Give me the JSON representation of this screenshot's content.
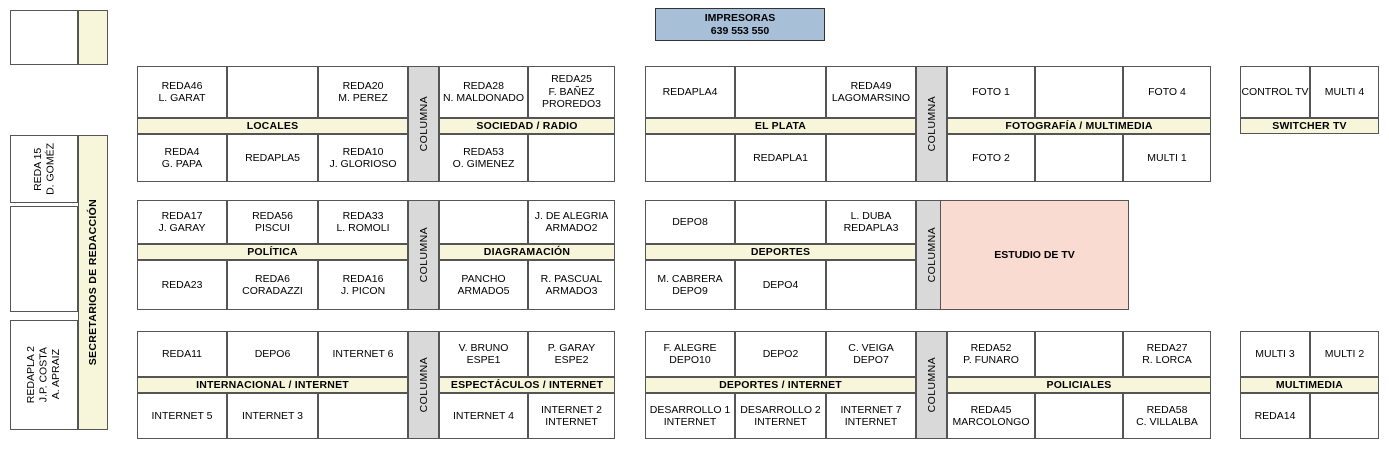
{
  "printers": {
    "title": "IMPRESORAS",
    "codes": "639  553  550"
  },
  "colors": {
    "band": "#f7f6da",
    "columna": "#d9d9d9",
    "printers": "#a8bfd8",
    "studio": "#fadbd2",
    "border": "#555555"
  },
  "columna_label": "COLUMNA",
  "sidebar": {
    "vertical_label": "SECRETARIOS DE REDACCIÓN",
    "top_box": "",
    "cells": [
      "REDA 15\nD. GOMÉZ",
      "",
      "REDAPLA 2\nJ.P. COSTA\nA. APRAIZ"
    ]
  },
  "groups": {
    "locales": {
      "band": "LOCALES",
      "top": [
        "REDA46\nL. GARAT",
        "",
        "REDA20\nM. PEREZ"
      ],
      "bottom": [
        "REDA4\nG. PAPA",
        "REDAPLA5",
        "REDA10\nJ. GLORIOSO"
      ]
    },
    "sociedad_radio": {
      "band": "SOCIEDAD / RADIO",
      "top": [
        "REDA28\nN. MALDONADO",
        "REDA25\nF. BAÑEZ\nPROREDO3"
      ],
      "bottom": [
        "REDA53\nO. GIMENEZ",
        ""
      ]
    },
    "el_plata": {
      "band": "EL PLATA",
      "top": [
        "REDAPLA4",
        "",
        "REDA49\nLAGOMARSINO"
      ],
      "bottom": [
        "",
        "REDAPLA1",
        ""
      ]
    },
    "fotografia": {
      "band": "FOTOGRAFÍA / MULTIMEDIA",
      "top": [
        "FOTO 1",
        "",
        "FOTO 4"
      ],
      "bottom": [
        "FOTO 2",
        "",
        "MULTI 1"
      ]
    },
    "switcher": {
      "band": "SWITCHER TV",
      "top": [
        "CONTROL TV",
        "MULTI 4"
      ]
    },
    "politica": {
      "band": "POLÍTICA",
      "top": [
        "REDA17\nJ. GARAY",
        "REDA56\nPISCUI",
        "REDA33\nL. ROMOLI"
      ],
      "bottom": [
        "REDA23",
        "REDA6\nCORADAZZI",
        "REDA16\nJ. PICON"
      ]
    },
    "diagramacion": {
      "band": "DIAGRAMACIÓN",
      "top": [
        "",
        "J. DE ALEGRIA\nARMADO2"
      ],
      "bottom": [
        "PANCHO\nARMADO5",
        "R. PASCUAL\nARMADO3"
      ]
    },
    "deportes": {
      "band": "DEPORTES",
      "top": [
        "DEPO8",
        "",
        "L. DUBA\nREDAPLA3"
      ],
      "bottom": [
        "M. CABRERA\nDEPO9",
        "DEPO4",
        ""
      ]
    },
    "estudio_tv": {
      "label": "ESTUDIO DE TV"
    },
    "internacional": {
      "band": "INTERNACIONAL / INTERNET",
      "top": [
        "REDA11",
        "DEPO6",
        "INTERNET 6"
      ],
      "bottom": [
        "INTERNET 5",
        "INTERNET 3",
        ""
      ]
    },
    "espectaculos": {
      "band": "ESPECTÁCULOS / INTERNET",
      "top": [
        "V. BRUNO\nESPE1",
        "P. GARAY\nESPE2"
      ],
      "bottom": [
        "INTERNET 4",
        "INTERNET 2\nINTERNET"
      ]
    },
    "deportes_internet": {
      "band": "DEPORTES / INTERNET",
      "top": [
        "F. ALEGRE\nDEPO10",
        "DEPO2",
        "C. VEIGA\nDEPO7"
      ],
      "bottom": [
        "DESARROLLO 1\nINTERNET",
        "DESARROLLO 2\nINTERNET",
        "INTERNET 7\nINTERNET"
      ]
    },
    "policiales": {
      "band": "POLICIALES",
      "top": [
        "REDA52\nP. FUNARO",
        "",
        "REDA27\nR. LORCA"
      ],
      "bottom": [
        "REDA45\nMARCOLONGO",
        "",
        "REDA58\nC. VILLALBA"
      ]
    },
    "multimedia": {
      "band": "MULTIMEDIA",
      "top": [
        "MULTI 3",
        "MULTI 2"
      ],
      "bottom": [
        "REDA14",
        ""
      ]
    }
  }
}
